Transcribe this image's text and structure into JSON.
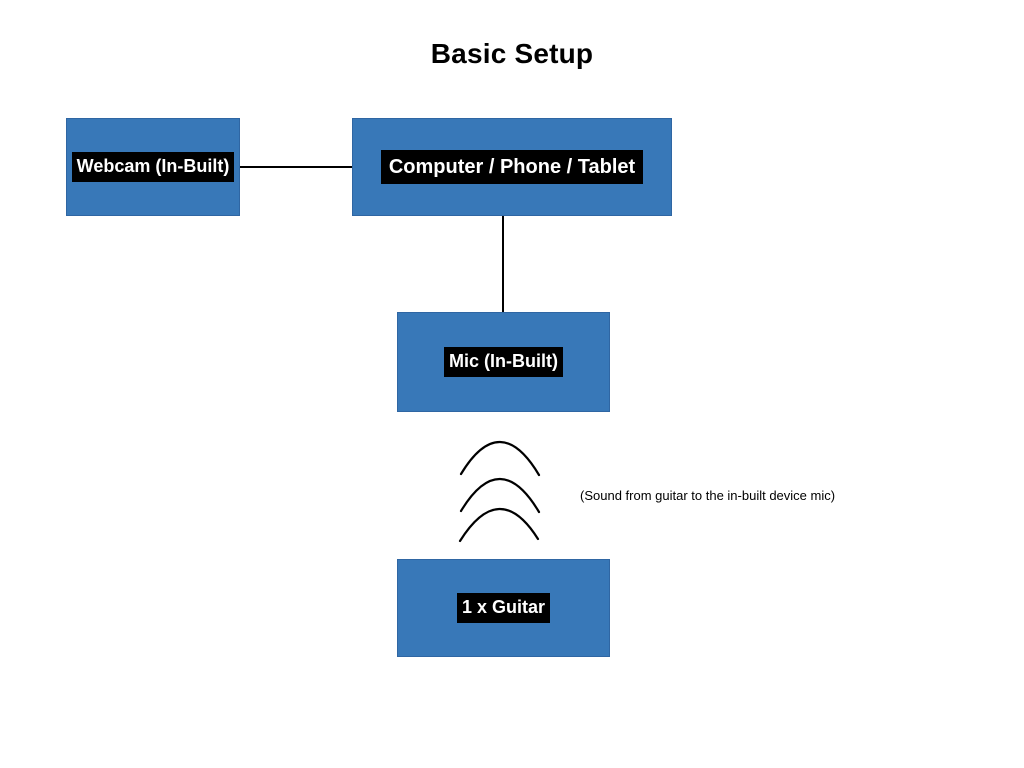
{
  "title": "Basic Setup",
  "nodes": [
    {
      "id": "webcam",
      "label": "Webcam (In-Built)"
    },
    {
      "id": "computer",
      "label": "Computer / Phone / Tablet"
    },
    {
      "id": "mic",
      "label": "Mic (In-Built)"
    },
    {
      "id": "guitar",
      "label": "1 x Guitar"
    }
  ],
  "connectors": [
    {
      "from": "webcam",
      "to": "computer",
      "orientation": "horizontal"
    },
    {
      "from": "computer",
      "to": "mic",
      "orientation": "vertical"
    }
  ],
  "annotation": "(Sound from guitar to the in-built device mic)",
  "icons": {
    "sound_waves": "sound-wave-arcs"
  },
  "colors": {
    "background": "#ffffff",
    "node_fill": "#3878b8",
    "node_border": "#2f66a3",
    "label_bg": "#000000",
    "label_text": "#ffffff",
    "connector": "#000000",
    "title_text": "#000000"
  }
}
